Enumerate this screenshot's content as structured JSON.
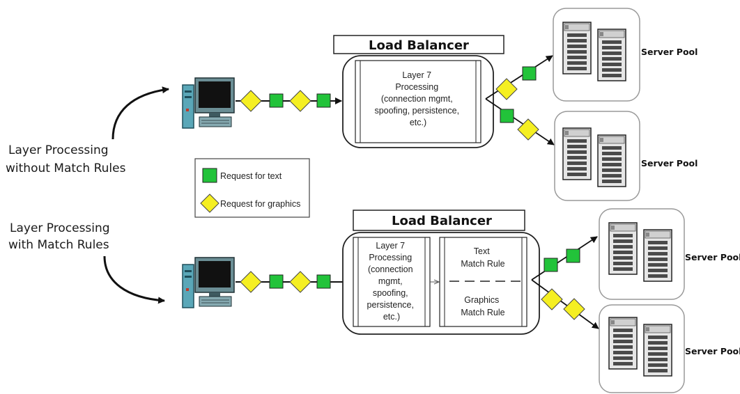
{
  "labels": {
    "top_side_line1": "Layer Processing",
    "top_side_line2": "without Match Rules",
    "bottom_side_line1": "Layer Processing",
    "bottom_side_line2": "with Match Rules"
  },
  "top_lb": {
    "title": "Load Balancer",
    "processing": [
      "Layer 7",
      "Processing",
      "(connection mgmt,",
      "spoofing, persistence,",
      "etc.)"
    ]
  },
  "bottom_lb": {
    "title": "Load Balancer",
    "processing": [
      "Layer 7",
      "Processing",
      "(connection",
      "mgmt,",
      "spoofing,",
      "persistence,",
      "etc.)"
    ],
    "text_rule": [
      "Text",
      "Match Rule"
    ],
    "graphics_rule": [
      "Graphics",
      "Match Rule"
    ]
  },
  "legend": {
    "text_request": "Request for text",
    "graphics_request": "Request for graphics"
  },
  "server_pools": [
    "Server Pool",
    "Server Pool",
    "Server Pool",
    "Server Pool"
  ],
  "colors": {
    "text_request": "#22c33a",
    "graphics_request": "#f5ef22",
    "outline": "#222222"
  },
  "icons": [
    "computer-icon",
    "server-icon",
    "curved-arrow-icon"
  ]
}
